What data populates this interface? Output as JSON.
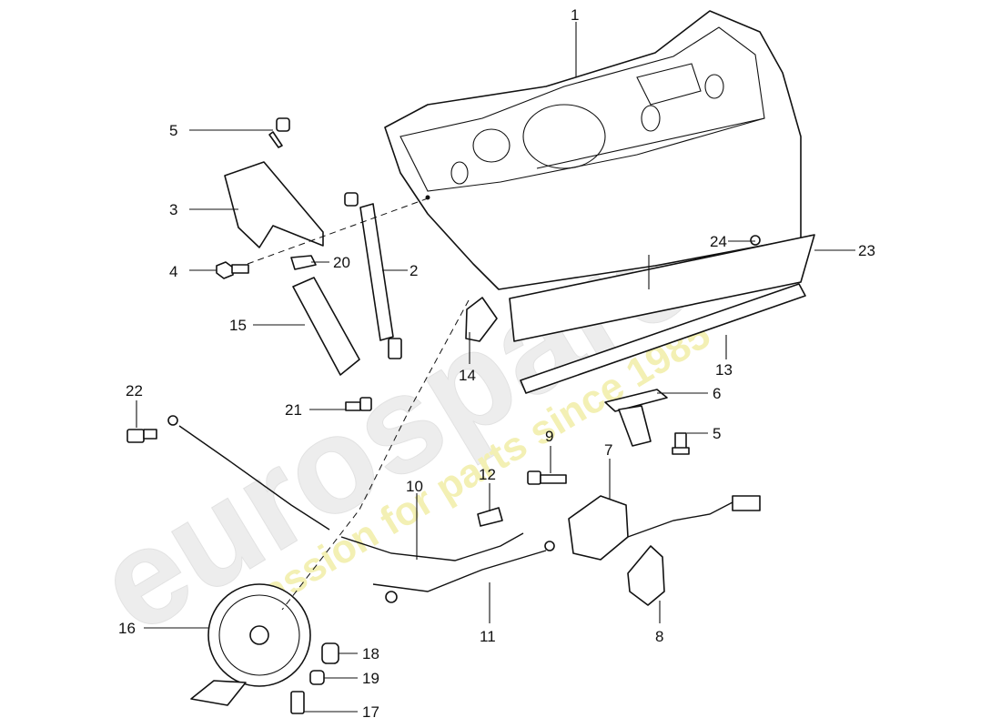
{
  "watermark": {
    "brand": "eurospares",
    "tagline": "a passion for parts since 1985"
  },
  "callouts": [
    {
      "id": "1",
      "text": "1"
    },
    {
      "id": "2",
      "text": "2"
    },
    {
      "id": "3",
      "text": "3"
    },
    {
      "id": "4",
      "text": "4"
    },
    {
      "id": "5a",
      "text": "5"
    },
    {
      "id": "5b",
      "text": "5"
    },
    {
      "id": "6",
      "text": "6"
    },
    {
      "id": "7",
      "text": "7"
    },
    {
      "id": "8",
      "text": "8"
    },
    {
      "id": "9",
      "text": "9"
    },
    {
      "id": "10",
      "text": "10"
    },
    {
      "id": "11",
      "text": "11"
    },
    {
      "id": "12",
      "text": "12"
    },
    {
      "id": "13",
      "text": "13"
    },
    {
      "id": "14",
      "text": "14"
    },
    {
      "id": "15",
      "text": "15"
    },
    {
      "id": "16",
      "text": "16"
    },
    {
      "id": "17",
      "text": "17"
    },
    {
      "id": "18",
      "text": "18"
    },
    {
      "id": "19",
      "text": "19"
    },
    {
      "id": "20",
      "text": "20"
    },
    {
      "id": "21",
      "text": "21"
    },
    {
      "id": "22",
      "text": "22"
    },
    {
      "id": "23",
      "text": "23"
    },
    {
      "id": "24",
      "text": "24"
    }
  ]
}
